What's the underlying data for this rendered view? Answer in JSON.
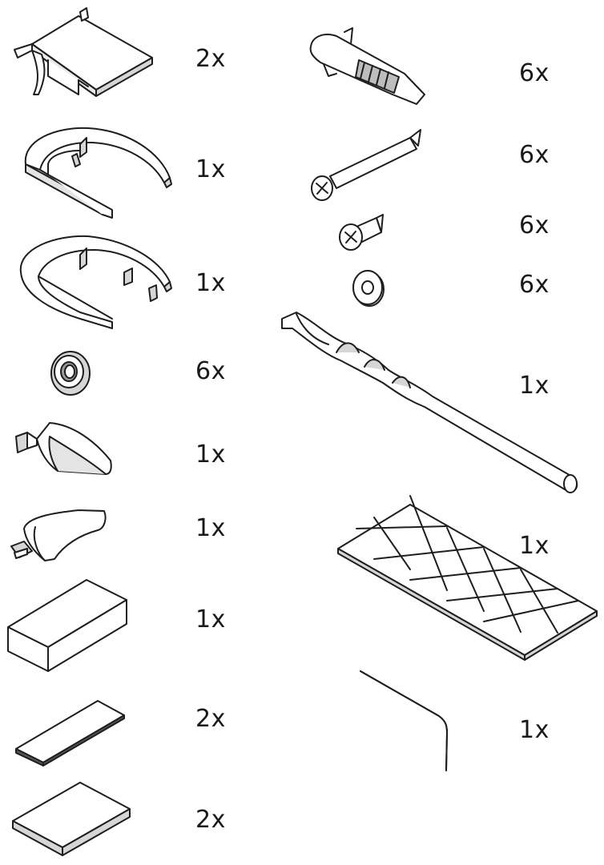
{
  "parts": {
    "items": [
      {
        "id": "clip-bracket",
        "label": "2x"
      },
      {
        "id": "u-frame-a",
        "label": "1x"
      },
      {
        "id": "u-frame-b",
        "label": "1x"
      },
      {
        "id": "grommet",
        "label": "6x"
      },
      {
        "id": "end-cap-a",
        "label": "1x"
      },
      {
        "id": "end-cap-b",
        "label": "1x"
      },
      {
        "id": "block",
        "label": "1x"
      },
      {
        "id": "strip-thin",
        "label": "2x"
      },
      {
        "id": "pad",
        "label": "2x"
      },
      {
        "id": "wall-plug",
        "label": "6x"
      },
      {
        "id": "long-screw",
        "label": "6x"
      },
      {
        "id": "short-screw",
        "label": "6x"
      },
      {
        "id": "washer",
        "label": "6x"
      },
      {
        "id": "drill-bit",
        "label": "1x"
      },
      {
        "id": "adhesive-sheet",
        "label": "1x"
      },
      {
        "id": "hex-key",
        "label": "1x"
      }
    ]
  },
  "colors": {
    "line": "#1e1e1e",
    "fill": "#ffffff",
    "shade": "#d6d6d6"
  }
}
